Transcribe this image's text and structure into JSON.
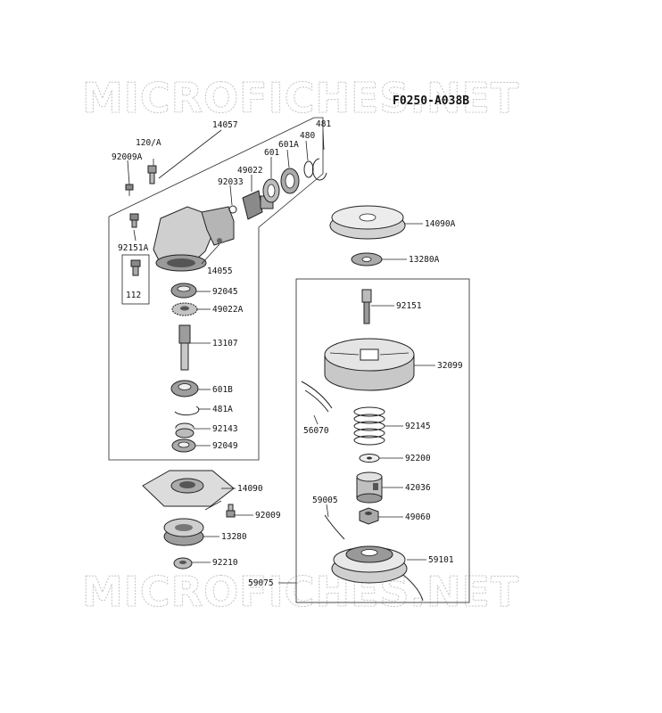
{
  "diagram": {
    "code": "F0250-A038B",
    "watermark_top": "MICROFICHES.NET",
    "watermark_bottom": "MICROFICHES.NET",
    "parts": {
      "p14057": "14057",
      "p481": "481",
      "p480": "480",
      "p601A": "601A",
      "p601": "601",
      "p49022": "49022",
      "p120A": "120/A",
      "p92009A": "92009A",
      "p92033": "92033",
      "p92151A": "92151A",
      "p112": "112",
      "p14055": "14055",
      "p92045": "92045",
      "p49022A": "49022A",
      "p13107": "13107",
      "p601B": "601B",
      "p481A": "481A",
      "p92143": "92143",
      "p92049": "92049",
      "p14090": "14090",
      "p92009": "92009",
      "p13280": "13280",
      "p92210": "92210",
      "p14090A": "14090A",
      "p13280A": "13280A",
      "p92151": "92151",
      "p32099": "32099",
      "p56070": "56070",
      "p92145": "92145",
      "p92200": "92200",
      "p42036": "42036",
      "p59005": "59005",
      "p49060": "49060",
      "p59101": "59101",
      "p59075": "59075"
    }
  }
}
